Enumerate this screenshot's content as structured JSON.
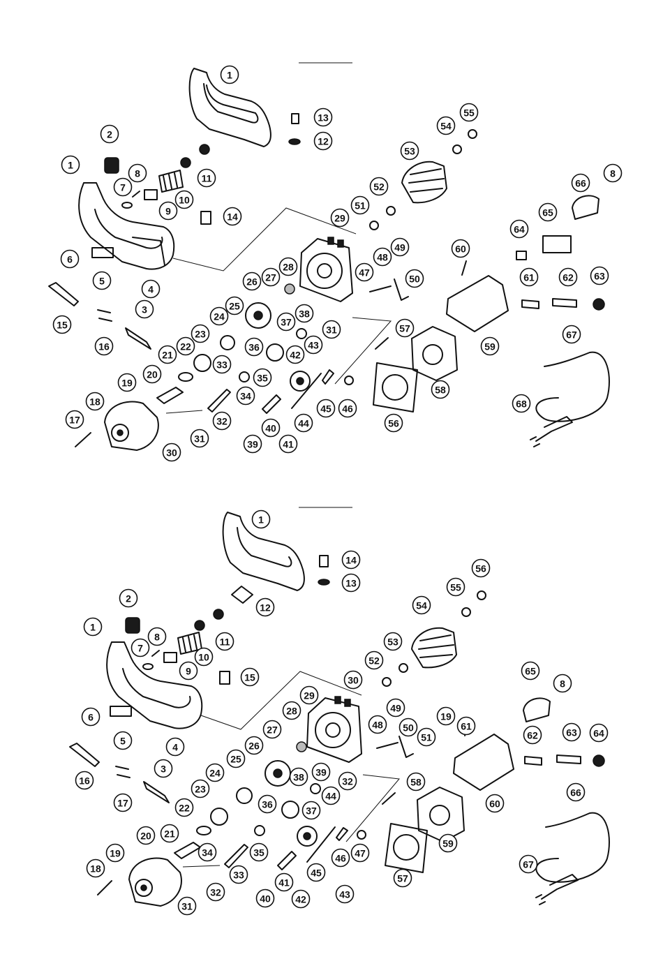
{
  "diagrams": [
    {
      "callouts": [
        "1",
        "1",
        "2",
        "3",
        "4",
        "5",
        "6",
        "7",
        "8",
        "8",
        "9",
        "10",
        "11",
        "12",
        "13",
        "14",
        "15",
        "16",
        "17",
        "18",
        "19",
        "20",
        "21",
        "22",
        "23",
        "24",
        "25",
        "26",
        "27",
        "28",
        "29",
        "30",
        "31",
        "31",
        "32",
        "33",
        "34",
        "35",
        "36",
        "37",
        "38",
        "39",
        "40",
        "41",
        "42",
        "43",
        "44",
        "45",
        "46",
        "47",
        "48",
        "49",
        "50",
        "51",
        "52",
        "53",
        "54",
        "55",
        "56",
        "57",
        "58",
        "59",
        "60",
        "61",
        "62",
        "63",
        "64",
        "65",
        "66",
        "67",
        "68"
      ]
    },
    {
      "callouts": [
        "1",
        "1",
        "2",
        "3",
        "4",
        "5",
        "6",
        "7",
        "8",
        "8",
        "9",
        "10",
        "11",
        "12",
        "13",
        "14",
        "15",
        "16",
        "17",
        "18",
        "19",
        "19",
        "20",
        "21",
        "22",
        "23",
        "24",
        "25",
        "26",
        "27",
        "28",
        "29",
        "30",
        "31",
        "32",
        "32",
        "33",
        "34",
        "35",
        "36",
        "37",
        "38",
        "39",
        "40",
        "41",
        "42",
        "43",
        "44",
        "45",
        "46",
        "47",
        "48",
        "49",
        "50",
        "51",
        "52",
        "53",
        "54",
        "55",
        "56",
        "57",
        "58",
        "59",
        "60",
        "61",
        "62",
        "63",
        "64",
        "65",
        "66",
        "67"
      ]
    }
  ],
  "icons": [
    "handle-icon",
    "switch-icon",
    "gear-icon",
    "armature-icon",
    "stator-icon",
    "cable-plug-icon"
  ]
}
